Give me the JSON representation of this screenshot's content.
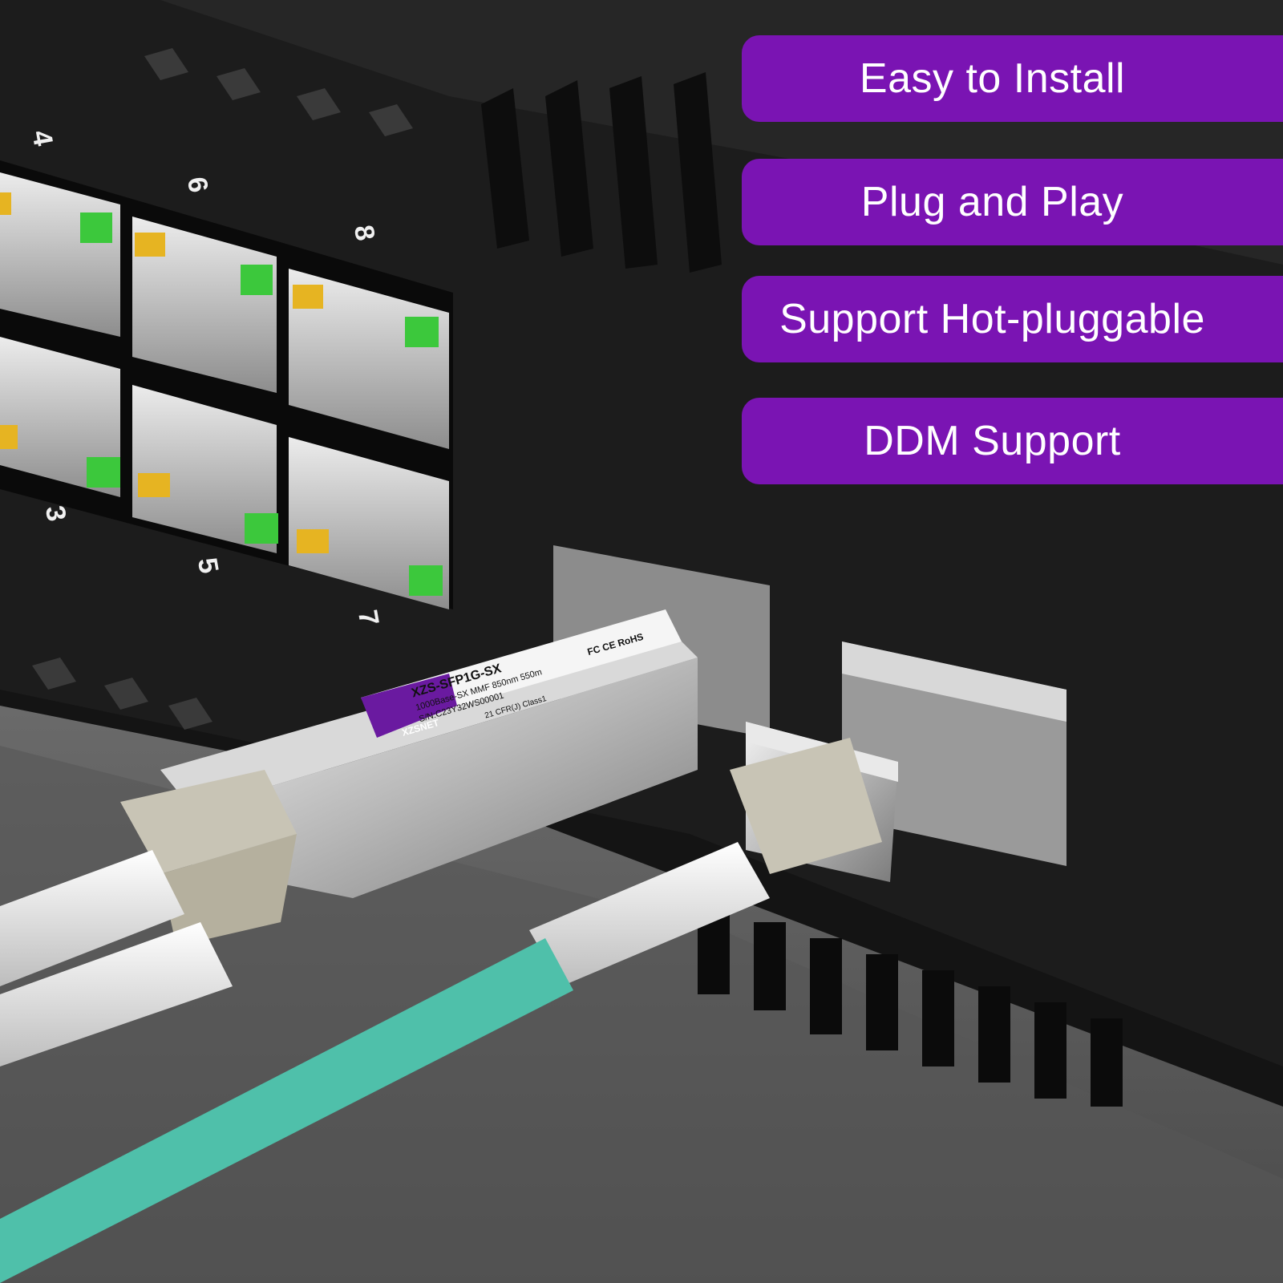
{
  "features": [
    {
      "label": "Easy to Install"
    },
    {
      "label": "Plug and Play"
    },
    {
      "label": "Support Hot-pluggable"
    },
    {
      "label": "DDM Support"
    }
  ],
  "switch_port_numbers": [
    "4",
    "6",
    "8",
    "3",
    "5",
    "7"
  ],
  "module_label": {
    "model": "XZS-SFP1G-SX",
    "spec": "1000Base-SX MMF 850nm 550m",
    "serial": "S/N:C23Y32WS00001",
    "compliance": "21 CFR(J) Class1",
    "brand": "XZSNET",
    "cert": "FC CE RoHS"
  },
  "colors": {
    "badge": "#7a14b3",
    "fiber_cable": "#4fc0aa",
    "switch_body": "#1b1b1b",
    "port_led_green": "#3cc83c",
    "port_led_amber": "#e6b422"
  }
}
